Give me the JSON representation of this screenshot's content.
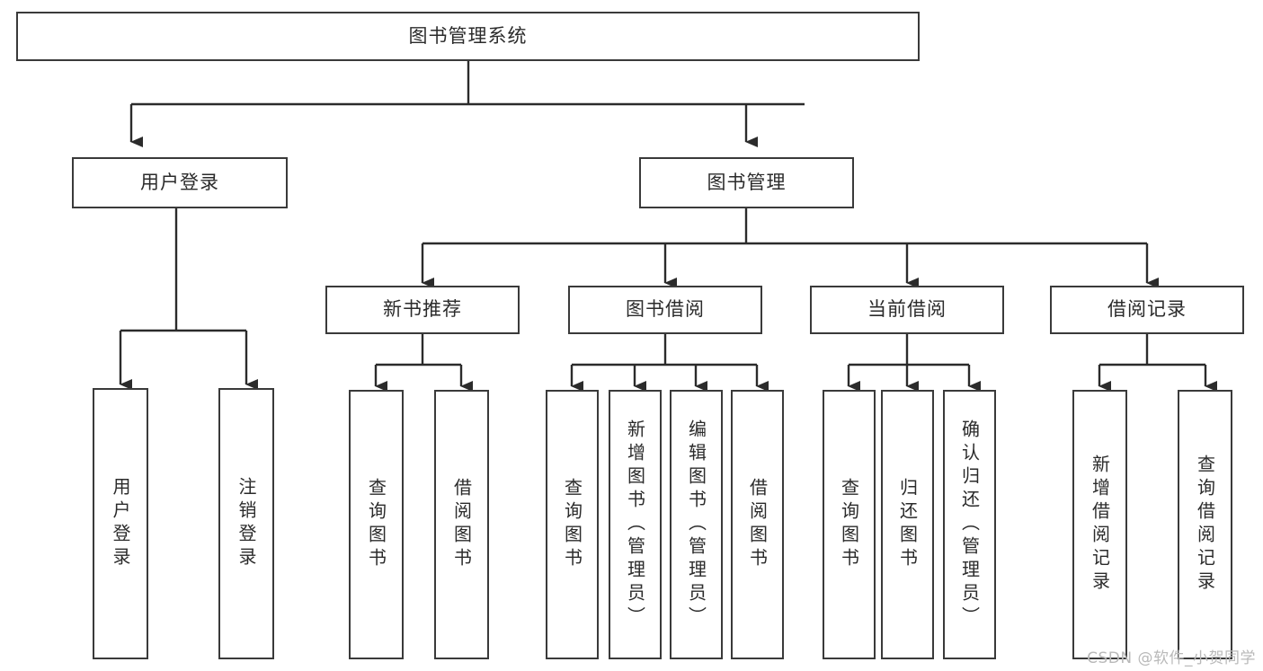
{
  "diagram": {
    "title": "图书管理系统",
    "type": "tree",
    "watermark": "CSDN @软件_小贺同学",
    "colors": {
      "box_border": "#3a3a3a",
      "box_fill": "#ffffff",
      "line": "#2b2b2b",
      "text": "#2b2b2b",
      "watermark": "#b9b9b9",
      "background": "#ffffff"
    },
    "root": {
      "label": "图书管理系统"
    },
    "level2": [
      {
        "label": "用户登录"
      },
      {
        "label": "图书管理"
      }
    ],
    "level3": [
      {
        "label": "新书推荐"
      },
      {
        "label": "图书借阅"
      },
      {
        "label": "当前借阅"
      },
      {
        "label": "借阅记录"
      }
    ],
    "leaves": {
      "user_login": [
        {
          "label": "用户登录"
        },
        {
          "label": "注销登录"
        }
      ],
      "new_book": [
        {
          "label": "查询图书"
        },
        {
          "label": "借阅图书"
        }
      ],
      "book_borrow": [
        {
          "label": "查询图书"
        },
        {
          "label": "新增图书（管理员）"
        },
        {
          "label": "编辑图书（管理员）"
        },
        {
          "label": "借阅图书"
        }
      ],
      "current_borrow": [
        {
          "label": "查询图书"
        },
        {
          "label": "归还图书"
        },
        {
          "label": "确认归还（管理员）"
        }
      ],
      "borrow_record": [
        {
          "label": "新增借阅记录"
        },
        {
          "label": "查询借阅记录"
        }
      ]
    }
  }
}
